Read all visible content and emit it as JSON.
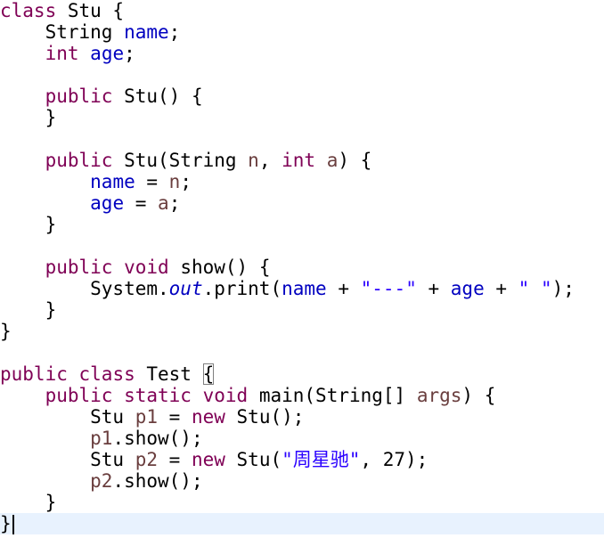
{
  "editor": {
    "lines": [
      [
        {
          "t": "class",
          "c": "kw"
        },
        {
          "t": " Stu {",
          "c": "plain"
        }
      ],
      [
        {
          "t": "    String ",
          "c": "plain"
        },
        {
          "t": "name",
          "c": "field"
        },
        {
          "t": ";",
          "c": "plain"
        }
      ],
      [
        {
          "t": "    ",
          "c": "plain"
        },
        {
          "t": "int",
          "c": "kw"
        },
        {
          "t": " ",
          "c": "plain"
        },
        {
          "t": "age",
          "c": "field"
        },
        {
          "t": ";",
          "c": "plain"
        }
      ],
      [],
      [
        {
          "t": "    ",
          "c": "plain"
        },
        {
          "t": "public",
          "c": "kw"
        },
        {
          "t": " Stu() {",
          "c": "plain"
        }
      ],
      [
        {
          "t": "    }",
          "c": "plain"
        }
      ],
      [],
      [
        {
          "t": "    ",
          "c": "plain"
        },
        {
          "t": "public",
          "c": "kw"
        },
        {
          "t": " Stu(String ",
          "c": "plain"
        },
        {
          "t": "n",
          "c": "local"
        },
        {
          "t": ", ",
          "c": "plain"
        },
        {
          "t": "int",
          "c": "kw"
        },
        {
          "t": " ",
          "c": "plain"
        },
        {
          "t": "a",
          "c": "local"
        },
        {
          "t": ") {",
          "c": "plain"
        }
      ],
      [
        {
          "t": "        ",
          "c": "plain"
        },
        {
          "t": "name",
          "c": "field"
        },
        {
          "t": " = ",
          "c": "plain"
        },
        {
          "t": "n",
          "c": "local"
        },
        {
          "t": ";",
          "c": "plain"
        }
      ],
      [
        {
          "t": "        ",
          "c": "plain"
        },
        {
          "t": "age",
          "c": "field"
        },
        {
          "t": " = ",
          "c": "plain"
        },
        {
          "t": "a",
          "c": "local"
        },
        {
          "t": ";",
          "c": "plain"
        }
      ],
      [
        {
          "t": "    }",
          "c": "plain"
        }
      ],
      [],
      [
        {
          "t": "    ",
          "c": "plain"
        },
        {
          "t": "public",
          "c": "kw"
        },
        {
          "t": " ",
          "c": "plain"
        },
        {
          "t": "void",
          "c": "kw"
        },
        {
          "t": " show() {",
          "c": "plain"
        }
      ],
      [
        {
          "t": "        System.",
          "c": "plain"
        },
        {
          "t": "out",
          "c": "static-field"
        },
        {
          "t": ".print(",
          "c": "plain"
        },
        {
          "t": "name",
          "c": "field"
        },
        {
          "t": " + ",
          "c": "plain"
        },
        {
          "t": "\"---\"",
          "c": "str"
        },
        {
          "t": " + ",
          "c": "plain"
        },
        {
          "t": "age",
          "c": "field"
        },
        {
          "t": " + ",
          "c": "plain"
        },
        {
          "t": "\" \"",
          "c": "str"
        },
        {
          "t": ");",
          "c": "plain"
        }
      ],
      [
        {
          "t": "    }",
          "c": "plain"
        }
      ],
      [
        {
          "t": "}",
          "c": "plain"
        }
      ],
      [],
      [
        {
          "t": "public",
          "c": "kw"
        },
        {
          "t": " ",
          "c": "plain"
        },
        {
          "t": "class",
          "c": "kw"
        },
        {
          "t": " Test ",
          "c": "plain"
        },
        {
          "t": "{",
          "c": "plain",
          "box": true
        }
      ],
      [
        {
          "t": "    ",
          "c": "plain"
        },
        {
          "t": "public",
          "c": "kw"
        },
        {
          "t": " ",
          "c": "plain"
        },
        {
          "t": "static",
          "c": "kw"
        },
        {
          "t": " ",
          "c": "plain"
        },
        {
          "t": "void",
          "c": "kw"
        },
        {
          "t": " main(String[] ",
          "c": "plain"
        },
        {
          "t": "args",
          "c": "local"
        },
        {
          "t": ") {",
          "c": "plain"
        }
      ],
      [
        {
          "t": "        Stu ",
          "c": "plain"
        },
        {
          "t": "p1",
          "c": "local"
        },
        {
          "t": " = ",
          "c": "plain"
        },
        {
          "t": "new",
          "c": "kw"
        },
        {
          "t": " Stu();",
          "c": "plain"
        }
      ],
      [
        {
          "t": "        ",
          "c": "plain"
        },
        {
          "t": "p1",
          "c": "local"
        },
        {
          "t": ".show();",
          "c": "plain"
        }
      ],
      [
        {
          "t": "        Stu ",
          "c": "plain"
        },
        {
          "t": "p2",
          "c": "local"
        },
        {
          "t": " = ",
          "c": "plain"
        },
        {
          "t": "new",
          "c": "kw"
        },
        {
          "t": " Stu(",
          "c": "plain"
        },
        {
          "t": "\"周星驰\"",
          "c": "str"
        },
        {
          "t": ", 27);",
          "c": "plain"
        }
      ],
      [
        {
          "t": "        ",
          "c": "plain"
        },
        {
          "t": "p2",
          "c": "local"
        },
        {
          "t": ".show();",
          "c": "plain"
        }
      ],
      [
        {
          "t": "    }",
          "c": "plain"
        }
      ],
      [
        {
          "t": "}",
          "c": "plain"
        }
      ]
    ],
    "current_line": 24
  }
}
